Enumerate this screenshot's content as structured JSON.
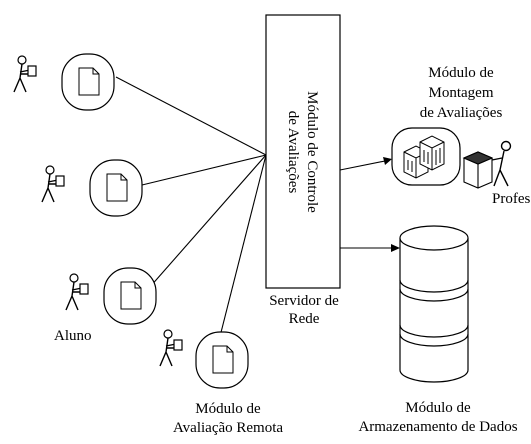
{
  "server": {
    "box_text_line1": "Módulo de Controle",
    "box_text_line2": "de Avaliações",
    "caption_line1": "Servidor de",
    "caption_line2": "Rede"
  },
  "assembly_module": {
    "title_line1": "Módulo de",
    "title_line2": "Montagem",
    "title_line3": "de Avaliações"
  },
  "professor_label": "Professor",
  "student_label": "Aluno",
  "remote_module": {
    "label_line1": "Módulo de",
    "label_line2": "Avaliação Remota"
  },
  "storage_module": {
    "label_line1": "Módulo de",
    "label_line2": "Armazenamento de Dados"
  }
}
